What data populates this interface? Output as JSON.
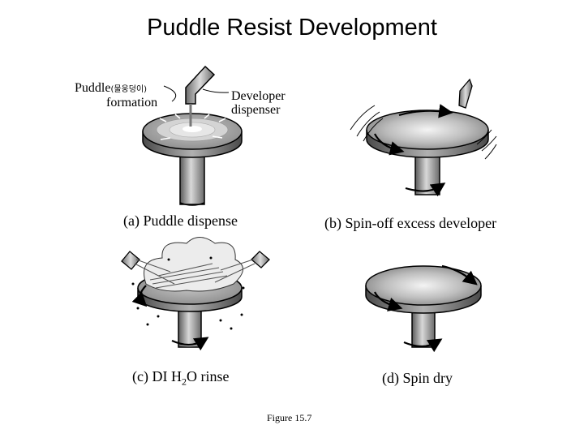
{
  "title": "Puddle Resist Development",
  "panel_a": {
    "puddle_label_word": "Puddle",
    "puddle_label_korean": "(물웅덩이)",
    "puddle_label_line2": "formation",
    "dispenser_label_line1": "Developer",
    "dispenser_label_line2": "dispenser",
    "caption": "(a)  Puddle dispense"
  },
  "panel_b": {
    "caption": "(b)  Spin-off excess developer"
  },
  "panel_c": {
    "caption_prefix": "(c)  DI H",
    "caption_sub": "2",
    "caption_suffix": "O rinse"
  },
  "panel_d": {
    "caption": "(d)  Spin dry"
  },
  "figure_label": "Figure 15.7"
}
